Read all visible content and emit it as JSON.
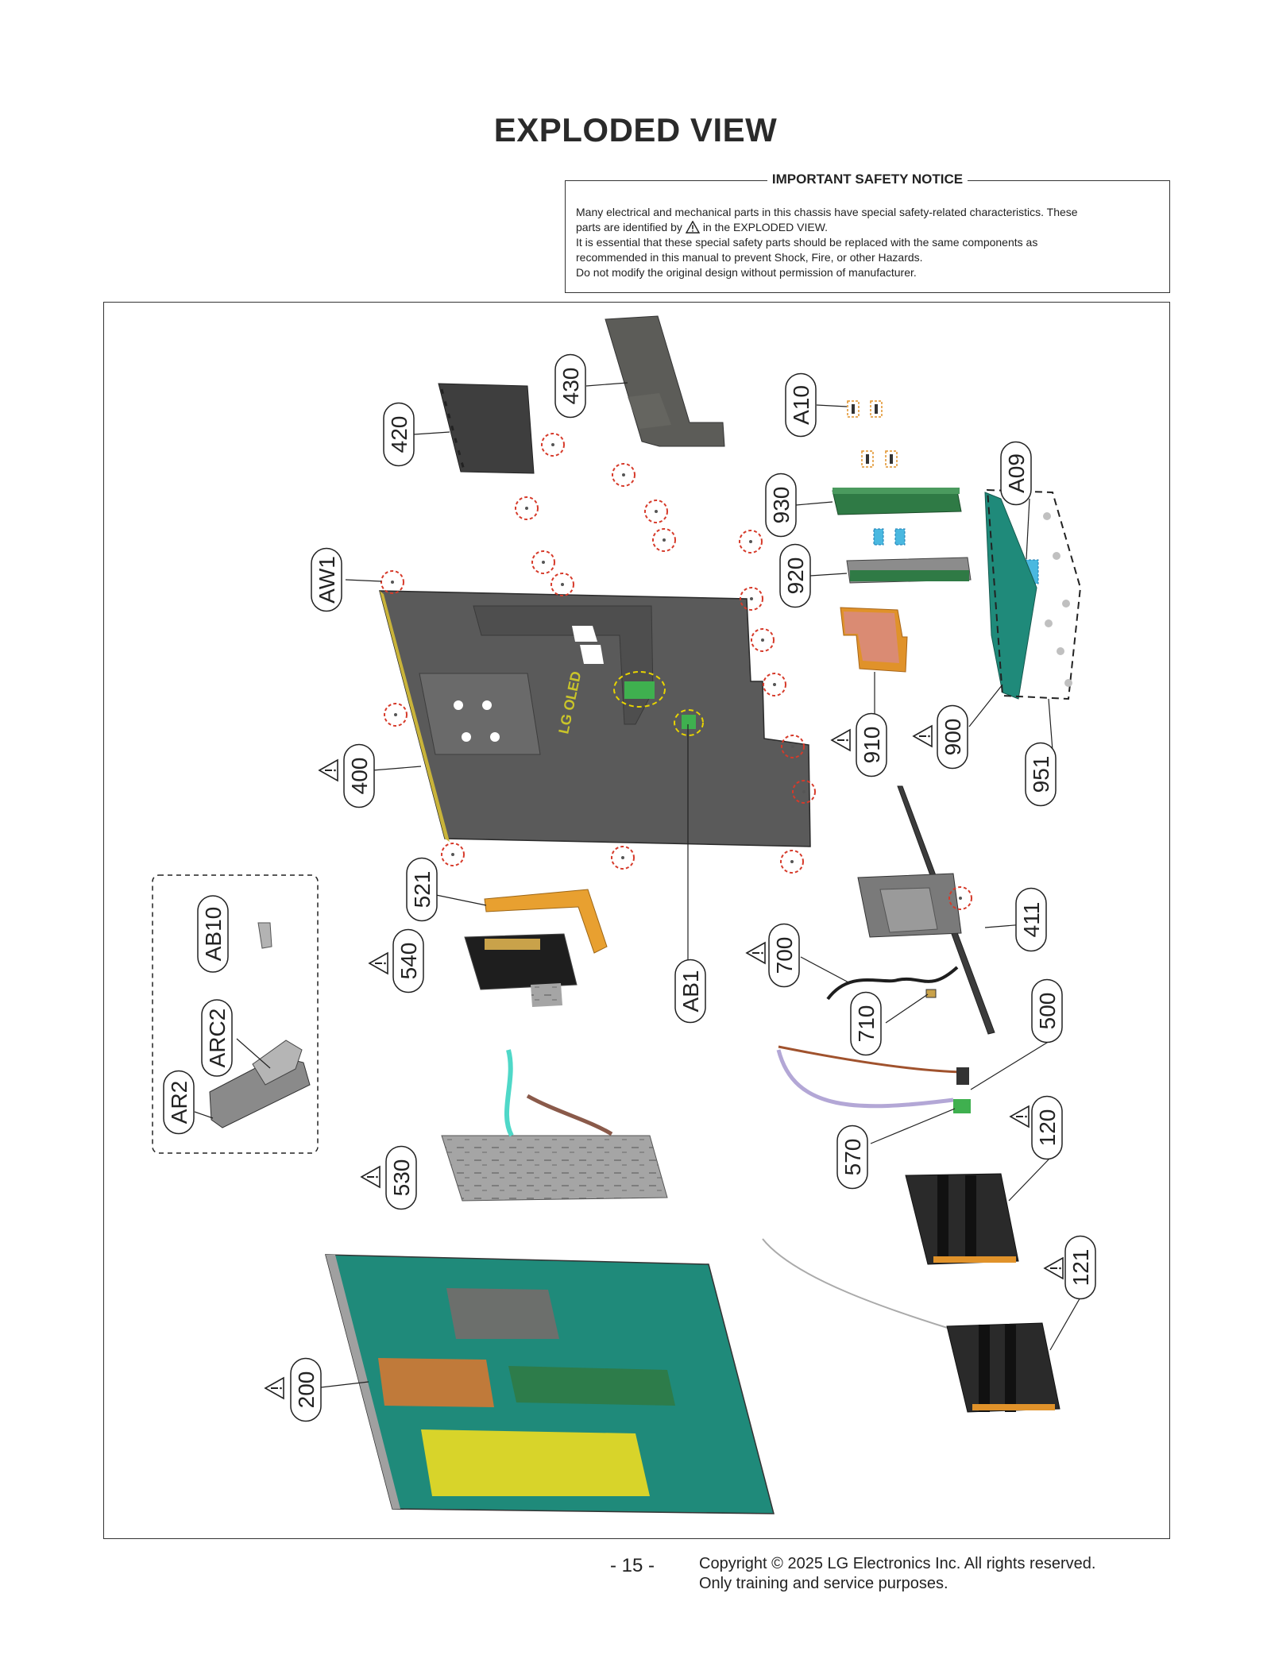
{
  "page": {
    "title": "EXPLODED VIEW",
    "page_number": "- 15 -",
    "copyright_line1": "Copyright © 2025 LG Electronics Inc. All rights reserved.",
    "copyright_line2": "Only training and service purposes."
  },
  "safety_notice": {
    "title": "IMPORTANT SAFETY NOTICE",
    "line1": "Many electrical and mechanical parts in this chassis have special safety-related characteristics. These",
    "line2_before": "parts are identified by",
    "line2_after": "in the EXPLODED VIEW.",
    "line3": "It is essential that these special safety parts should be replaced with the same components as",
    "line4": "recommended in this manual to prevent Shock, Fire, or other Hazards.",
    "line5": "Do not modify the original design without permission of manufacturer."
  },
  "diagram": {
    "logo_text": "LG OLED",
    "part_labels": [
      "430",
      "420",
      "A10",
      "930",
      "A09",
      "920",
      "AW1",
      "910",
      "900",
      "951",
      "400",
      "521",
      "540",
      "AB1",
      "700",
      "411",
      "AB10",
      "710",
      "500",
      "ARC2",
      "AR2",
      "570",
      "120",
      "530",
      "121",
      "200"
    ],
    "safety_marked_parts": [
      "910",
      "900",
      "400",
      "540",
      "700",
      "120",
      "530",
      "121",
      "200"
    ]
  },
  "colors": {
    "panel_gray": "#5a5a5a",
    "callout_red": "#d63a2a",
    "highlight_yellow": "#e8d400",
    "board_green": "#2f7a45",
    "teal_board": "#1f8a7a",
    "orange_bracket": "#e0922a",
    "pcb_yellow": "#d8d42a"
  }
}
